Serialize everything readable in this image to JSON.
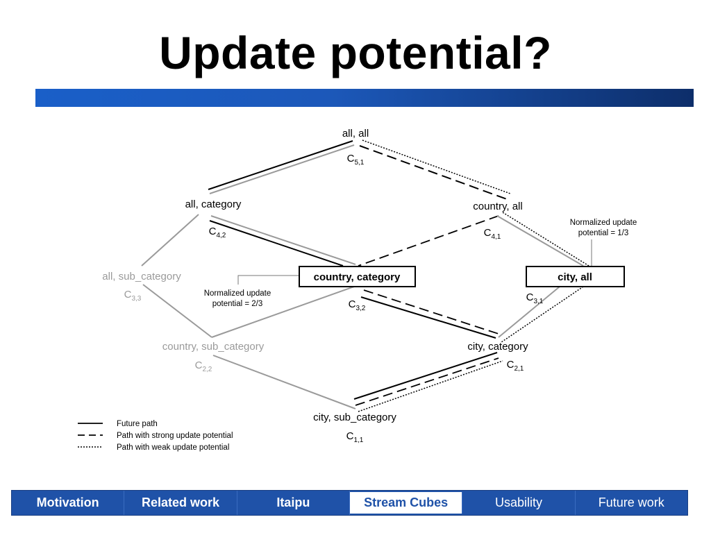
{
  "slide": {
    "title": "Update potential?"
  },
  "diagram": {
    "nodes": {
      "all_all": {
        "label": "all, all",
        "cell": "C",
        "sub": "5,1"
      },
      "all_category": {
        "label": "all, category",
        "cell": "C",
        "sub": "4,2"
      },
      "country_all": {
        "label": "country, all",
        "cell": "C",
        "sub": "4,1"
      },
      "all_sub_category": {
        "label": "all, sub_category",
        "cell": "C",
        "sub": "3,3"
      },
      "country_category": {
        "label": "country, category",
        "cell": "C",
        "sub": "3,2"
      },
      "city_all": {
        "label": "city, all",
        "cell": "C",
        "sub": "3,1"
      },
      "country_sub_category": {
        "label": "country, sub_category",
        "cell": "C",
        "sub": "2,2"
      },
      "city_category": {
        "label": "city, category",
        "cell": "C",
        "sub": "2,1"
      },
      "city_sub_category": {
        "label": "city, sub_category",
        "cell": "C",
        "sub": "1,1"
      }
    },
    "annotations": {
      "country_category_note": [
        "Normalized update",
        "potential = 2/3"
      ],
      "city_all_note": [
        "Normalized update",
        "potential = 1/3"
      ]
    },
    "legend": {
      "future_path": "Future path",
      "strong_path": "Path with strong update potential",
      "weak_path": "Path with weak update potential"
    },
    "colors": {
      "active": "#000000",
      "inactive": "#9a9a9a"
    }
  },
  "nav": {
    "items": [
      {
        "label": "Motivation",
        "state": "bold"
      },
      {
        "label": "Related work",
        "state": "bold"
      },
      {
        "label": "Itaipu",
        "state": "bold"
      },
      {
        "label": "Stream Cubes",
        "state": "active"
      },
      {
        "label": "Usability",
        "state": "normal"
      },
      {
        "label": "Future work",
        "state": "normal"
      }
    ]
  }
}
